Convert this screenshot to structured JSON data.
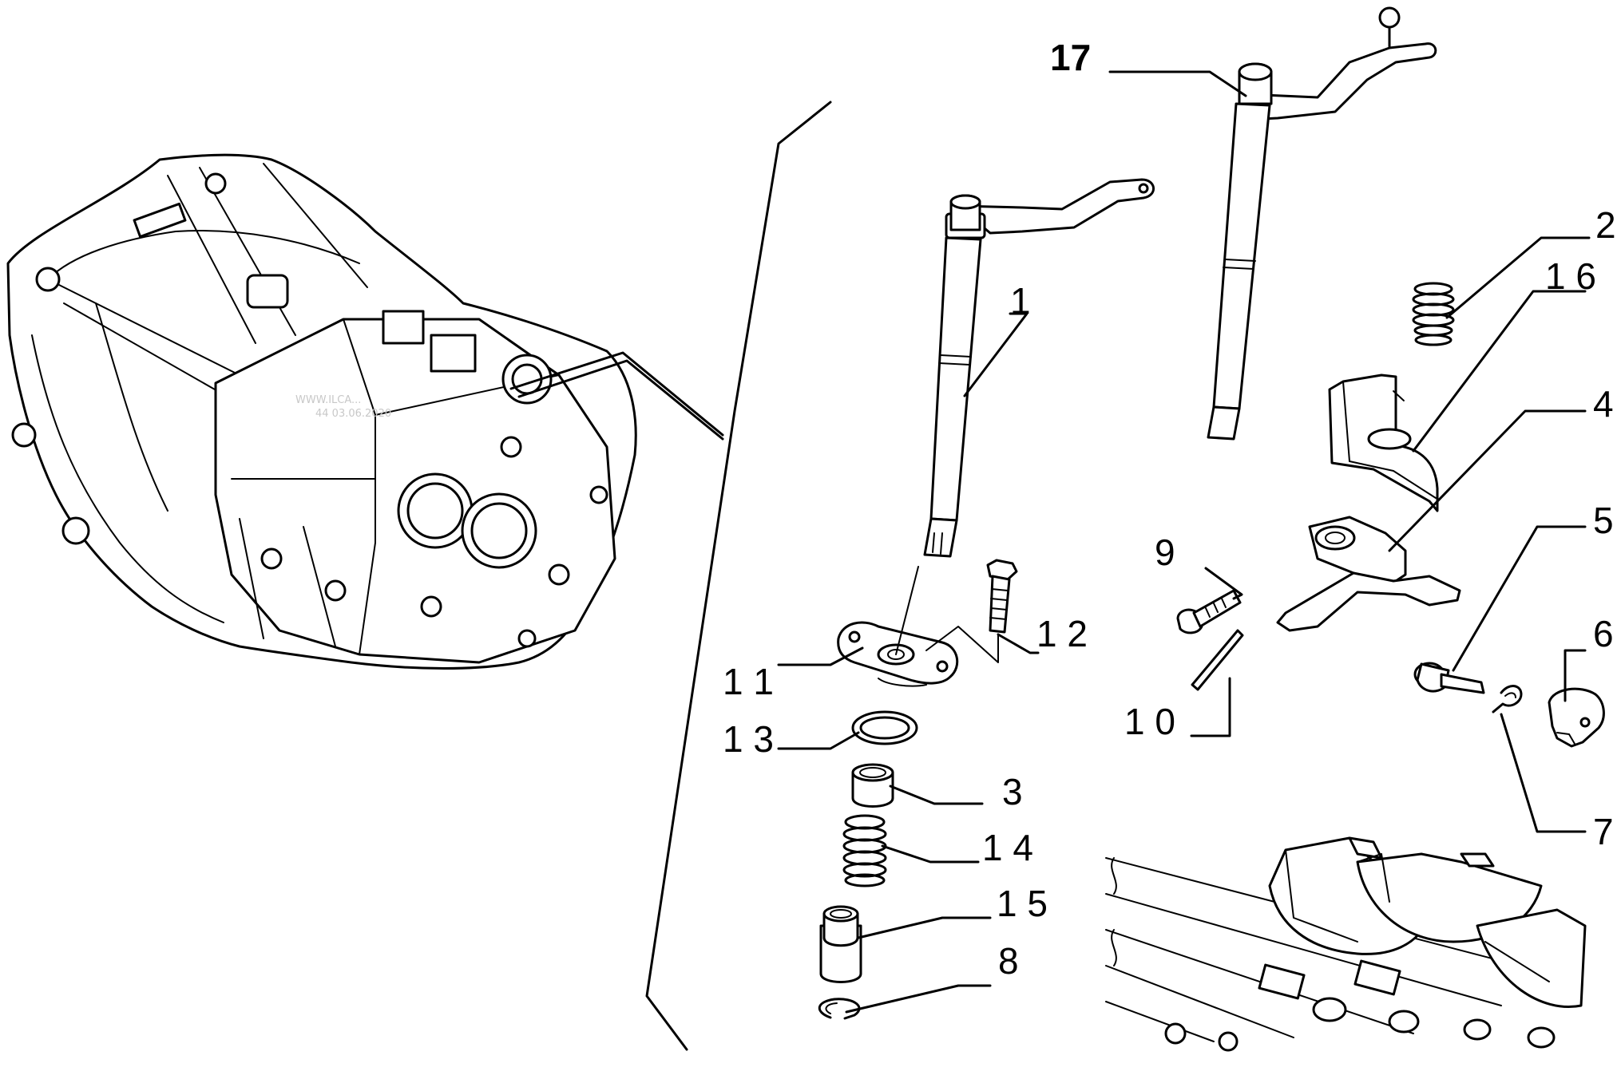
{
  "watermark": {
    "line1": "WWW.ILCA...",
    "line2": "44 03.06.2020"
  },
  "callouts": [
    {
      "id": "1",
      "label": "1"
    },
    {
      "id": "2",
      "label": "2"
    },
    {
      "id": "3",
      "label": "3"
    },
    {
      "id": "4",
      "label": "4"
    },
    {
      "id": "5",
      "label": "5"
    },
    {
      "id": "6",
      "label": "6"
    },
    {
      "id": "7",
      "label": "7"
    },
    {
      "id": "8",
      "label": "8"
    },
    {
      "id": "9",
      "label": "9"
    },
    {
      "id": "10",
      "label": "1 0"
    },
    {
      "id": "11",
      "label": "1 1"
    },
    {
      "id": "12",
      "label": "1 2"
    },
    {
      "id": "13",
      "label": "1 3"
    },
    {
      "id": "14",
      "label": "1 4"
    },
    {
      "id": "15",
      "label": "1 5"
    },
    {
      "id": "16",
      "label": "1 6"
    },
    {
      "id": "17",
      "label": "17"
    }
  ]
}
